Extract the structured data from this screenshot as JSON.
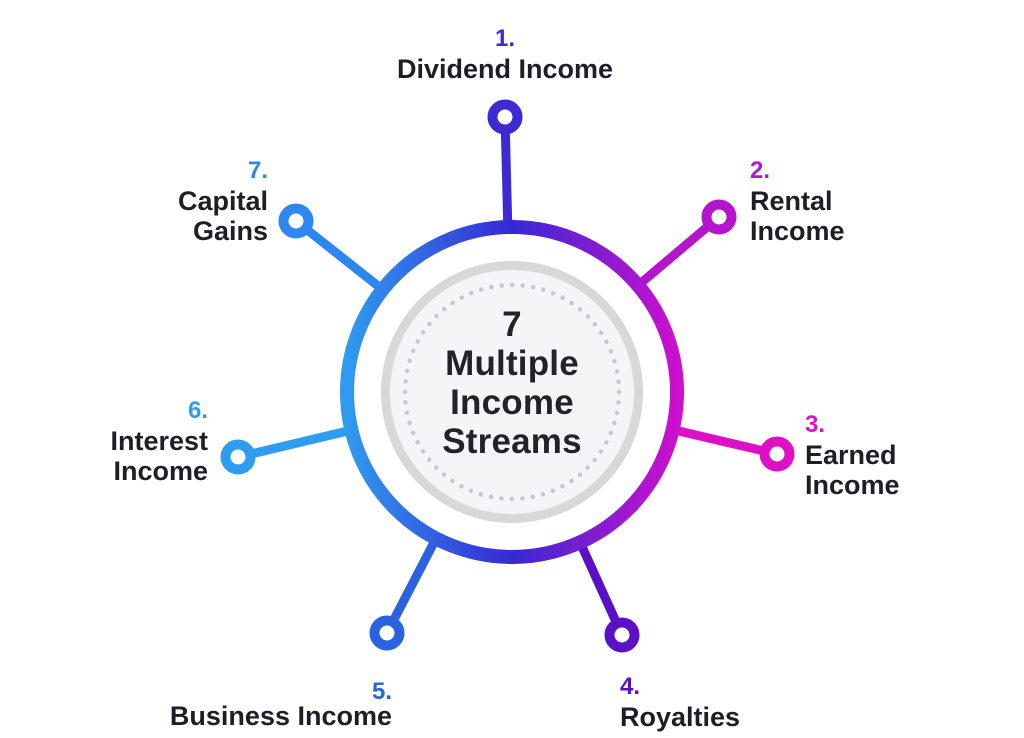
{
  "center": {
    "count": "7",
    "line1": "Multiple",
    "line2": "Income",
    "line3": "Streams",
    "ring_gradient": [
      "#2F9BF0",
      "#3629D3",
      "#CC10CE"
    ]
  },
  "streams": [
    {
      "number": "1.",
      "label": "Dividend Income",
      "color": "#3E2AD3"
    },
    {
      "number": "2.",
      "label": "Rental Income",
      "color": "#B414CC"
    },
    {
      "number": "3.",
      "label": "Earned Income",
      "color": "#DE10C4"
    },
    {
      "number": "4.",
      "label": "Royalties",
      "color": "#5B10C8"
    },
    {
      "number": "5.",
      "label": "Business Income",
      "color": "#2B62DF"
    },
    {
      "number": "6.",
      "label": "Interest Income",
      "color": "#2E9CEF"
    },
    {
      "number": "7.",
      "label": "Capital Gains",
      "color": "#2E86F0"
    }
  ]
}
